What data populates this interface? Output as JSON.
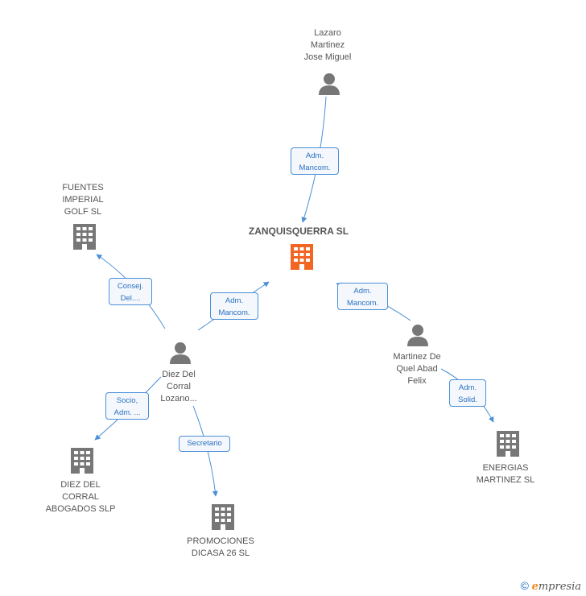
{
  "nodes": {
    "main": {
      "label": "ZANQUISQUERRA SL",
      "type": "company-main"
    },
    "lazaro": {
      "label": "Lazaro\nMartinez\nJose Miguel",
      "type": "person"
    },
    "fuentes": {
      "label": "FUENTES\nIMPERIAL\nGOLF SL",
      "type": "company"
    },
    "diez": {
      "label": "Diez Del\nCorral\nLozano...",
      "type": "person"
    },
    "martinez_quel": {
      "label": "Martinez De\nQuel Abad\nFelix",
      "type": "person"
    },
    "diez_abogados": {
      "label": "DIEZ DEL\nCORRAL\nABOGADOS SLP",
      "type": "company"
    },
    "promociones": {
      "label": "PROMOCIONES\nDICASA 26 SL",
      "type": "company"
    },
    "energias": {
      "label": "ENERGIAS\nMARTINEZ SL",
      "type": "company"
    }
  },
  "edges": {
    "lazaro_main": {
      "label": "Adm.\nMancom."
    },
    "diez_fuentes": {
      "label": "Consej.\nDel...."
    },
    "diez_main": {
      "label": "Adm.\nMancom."
    },
    "quel_main": {
      "label": "Adm.\nMancom."
    },
    "diez_abogados": {
      "label": "Socio,\nAdm. ..."
    },
    "diez_promociones": {
      "label": "Secretario"
    },
    "quel_energias": {
      "label": "Adm.\nSolid."
    }
  },
  "colors": {
    "main_company": "#f26522",
    "company": "#777777",
    "person": "#777777",
    "edge": "#4a8fd8",
    "edge_label_text": "#2a6fc0"
  },
  "footer": {
    "copyright": "©",
    "brand_initial": "e",
    "brand_rest": "mpresia"
  }
}
